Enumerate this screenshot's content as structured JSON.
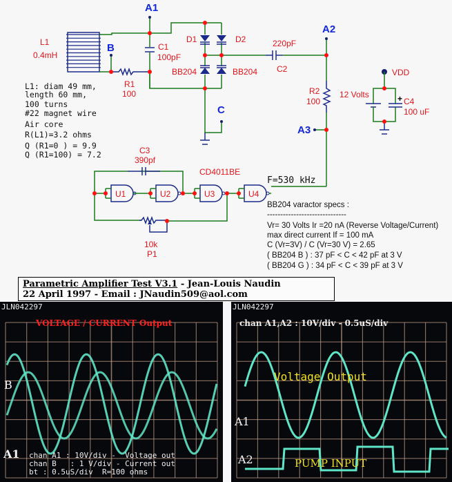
{
  "schematic": {
    "nodes": {
      "A1": "A1",
      "A2": "A2",
      "A3": "A3",
      "B": "B",
      "C": "C",
      "VDD": "VDD"
    },
    "components": {
      "L1": {
        "name": "L1",
        "value": "0.4mH"
      },
      "C1": {
        "name": "C1",
        "value": "100pF"
      },
      "R1": {
        "name": "R1",
        "value": "100"
      },
      "D1": {
        "name": "D1",
        "type": "BB204"
      },
      "D2": {
        "name": "D2",
        "type": "BB204"
      },
      "C2": {
        "name": "C2",
        "value": "220pF"
      },
      "R2": {
        "name": "R2",
        "value": "100"
      },
      "C3": {
        "name": "C3",
        "value": "390pf"
      },
      "C4": {
        "name": "C4",
        "value": "100 uF"
      },
      "P1": {
        "name": "P1",
        "value": "10k"
      },
      "battery": {
        "value": "12 Volts"
      },
      "ic": {
        "name": "CD4011BE",
        "gates": [
          "U1",
          "U2",
          "U3",
          "U4"
        ]
      }
    },
    "frequency": "F=530  kHz",
    "coil_notes": [
      "L1: diam 49 mm,",
      "length 60 mm,",
      "100 turns",
      "#22 magnet wire",
      "Air core",
      "R(L1)=3.2 ohms",
      "Q (R1=0 ) = 9.9",
      "Q (R1=100) = 7.2"
    ],
    "varactor_specs": [
      "BB204 varactor specs :",
      "------------------------------",
      "Vr= 30 Volts Ir =20 nA (Reverse Voltage/Current)",
      "max direct current If = 100 mA",
      "C (Vr=3V) / C (Vr=30 V) = 2.65",
      "( BB204 B ) : 37 pF < C < 42 pF at 3 V",
      "( BB204 G ) : 34 pF < C < 39 pF at 3 V"
    ]
  },
  "title": {
    "line1_underlined": "Parametric Amplifier Test V3.1",
    "line1_rest": " - Jean-Louis Naudin",
    "line2": "22 April 1997 - Email : JNaudin509@aol.com"
  },
  "scope_left": {
    "id": "JLN042297",
    "heading": "VOLTAGE / CURRENT Output",
    "trace_b": "B",
    "trace_a1": "A1",
    "notes": [
      "chan A1 : 10V/div -  Voltage out",
      "chan B   : 1 V/div - Current out",
      "bt : 0.5uS/div  R=100 ohms"
    ]
  },
  "scope_right": {
    "id": "JLN042297",
    "heading": "chan A1,A2 : 10V/div - 0.5uS/div",
    "voltage_label": "Voltage Output",
    "trace_a1": "A1",
    "trace_a2": "A2",
    "pump_label": "PUMP INPUT"
  },
  "colors": {
    "wire": "#1a7a1a",
    "component": "#1a2a8a",
    "node": "#ff1010",
    "label_red": "#e0141b",
    "label_blue": "#1228d8",
    "trace": "#5fe6c8",
    "scope_grid": "#c8a08a",
    "scope_heading_red": "#ff2020",
    "scope_label_yellow": "#f0e020"
  }
}
